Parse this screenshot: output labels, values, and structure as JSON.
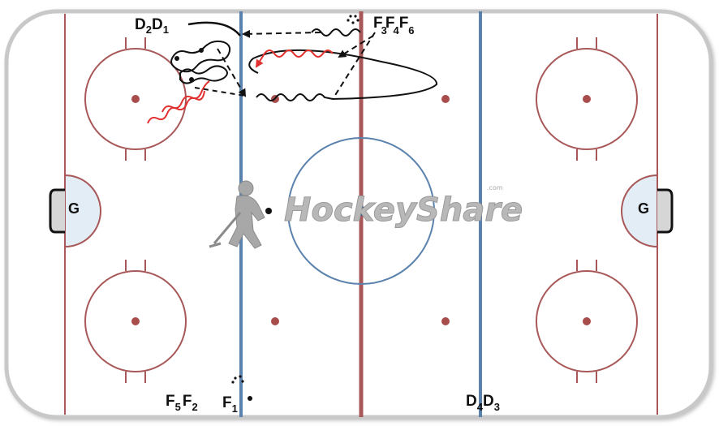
{
  "watermark": {
    "brand": "HockeyShare",
    "suffix": ".com"
  },
  "goalies": {
    "left": "G",
    "right": "G"
  },
  "labels": {
    "d2d1": {
      "a": "D",
      "a_sub": "2",
      "b": "D",
      "b_sub": "1"
    },
    "f3f4f6": {
      "a": "F",
      "a_sub": "3",
      "b": "F",
      "b_sub": "4",
      "c": "F",
      "c_sub": "6"
    },
    "f5f2": {
      "a": "F",
      "a_sub": "5",
      "b": "F",
      "b_sub": "2"
    },
    "f1": {
      "a": "F",
      "a_sub": "1"
    },
    "d4d3": {
      "a": "D",
      "a_sub": "4",
      "b": "D",
      "b_sub": "3"
    }
  },
  "colors": {
    "red_line": "#a85858",
    "blue_line": "#5a82ad",
    "board": "#c8c8c8",
    "path_black": "#111111",
    "path_red": "#e03030",
    "crease_fill": "#e3edf5",
    "dot": "#a84c4c",
    "center_dot": "#1a4d8c"
  }
}
